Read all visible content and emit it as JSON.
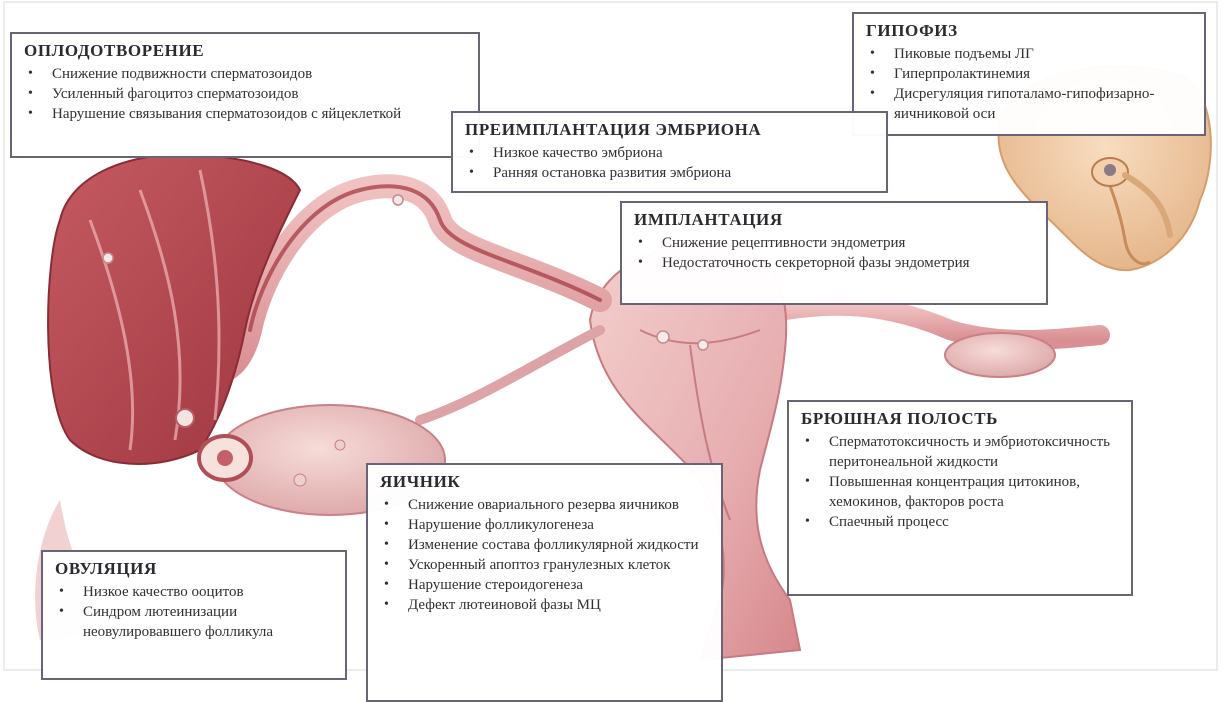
{
  "boxes": {
    "fertilization": {
      "title": "ОПЛОДОТВОРЕНИЕ",
      "items": [
        "Снижение подвижности сперматозоидов",
        "Усиленный фагоцитоз сперматозоидов",
        "Нарушение связывания сперматозоидов с яйцеклеткой"
      ]
    },
    "preimplantation": {
      "title": "ПРЕИМПЛАНТАЦИЯ ЭМБРИОНА",
      "items": [
        "Низкое качество эмбриона",
        "Ранняя остановка развития эмбриона"
      ]
    },
    "pituitary": {
      "title": "ГИПОФИЗ",
      "items": [
        "Пиковые подъемы ЛГ",
        "Гиперпролактинемия",
        "Дисрегуляция гипоталамо-гипофизарно-яичниковой оси"
      ]
    },
    "implantation": {
      "title": "ИМПЛАНТАЦИЯ",
      "items": [
        "Снижение рецептивности эндометрия",
        "Недостаточность секреторной фазы эндометрия"
      ]
    },
    "abdominal": {
      "title": "БРЮШНАЯ ПОЛОСТЬ",
      "items": [
        "Сперматотоксичность и эмбриотоксичность перитонеальной жидкости",
        "Повышенная концентрация цитокинов, хемокинов, факторов роста",
        "Спаечный процесс"
      ]
    },
    "ovary": {
      "title": "ЯИЧНИК",
      "items": [
        "Снижение овариального резерва яичников",
        "Нарушение фолликулогенеза",
        "Изменение состава фолликулярной жидкости",
        "Ускоренный апоптоз гранулезных клеток",
        "Нарушение стероидогенеза",
        "Дефект лютеиновой фазы МЦ"
      ]
    },
    "ovulation": {
      "title": "ОВУЛЯЦИЯ",
      "items": [
        "Низкое качество ооцитов",
        "Синдром лютеинизации неовулировавшего фолликула"
      ]
    }
  },
  "colors": {
    "tissue": "#e6a7aa",
    "tissue_dark": "#b9454c",
    "tissue_light": "#f4d2d0",
    "box_border": "#6a6479",
    "skin": "#efc79e"
  }
}
